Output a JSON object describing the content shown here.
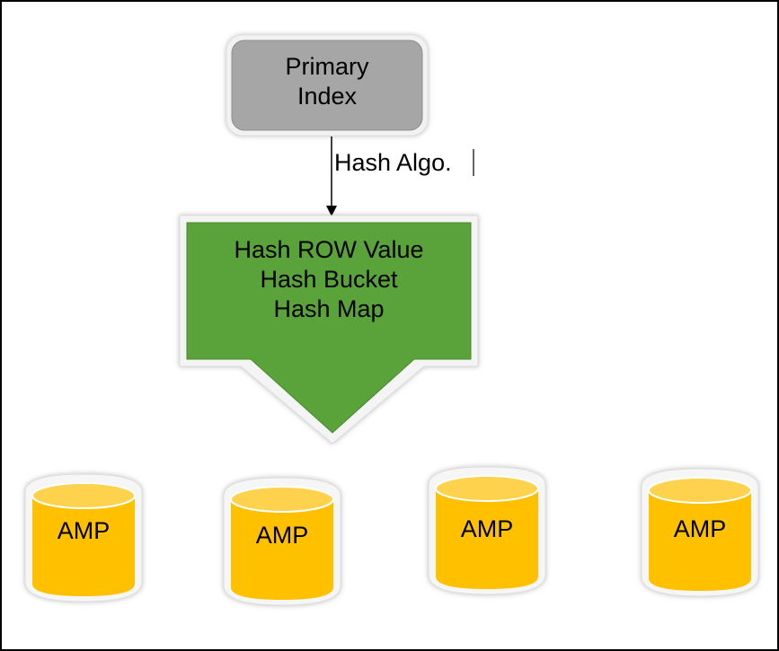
{
  "diagram": {
    "primary_index": {
      "line1": "Primary",
      "line2": "Index"
    },
    "edge_label": "Hash Algo.",
    "hash_block": {
      "line1": "Hash ROW Value",
      "line2": "Hash Bucket",
      "line3": "Hash Map"
    },
    "amps": [
      {
        "label": "AMP"
      },
      {
        "label": "AMP"
      },
      {
        "label": "AMP"
      },
      {
        "label": "AMP"
      }
    ]
  },
  "colors": {
    "primary_index_fill": "#a6a6a6",
    "hash_arrow_fill": "#5aa23a",
    "amp_fill": "#ffc000",
    "amp_top": "#ffd24d",
    "outline": "#000000"
  }
}
